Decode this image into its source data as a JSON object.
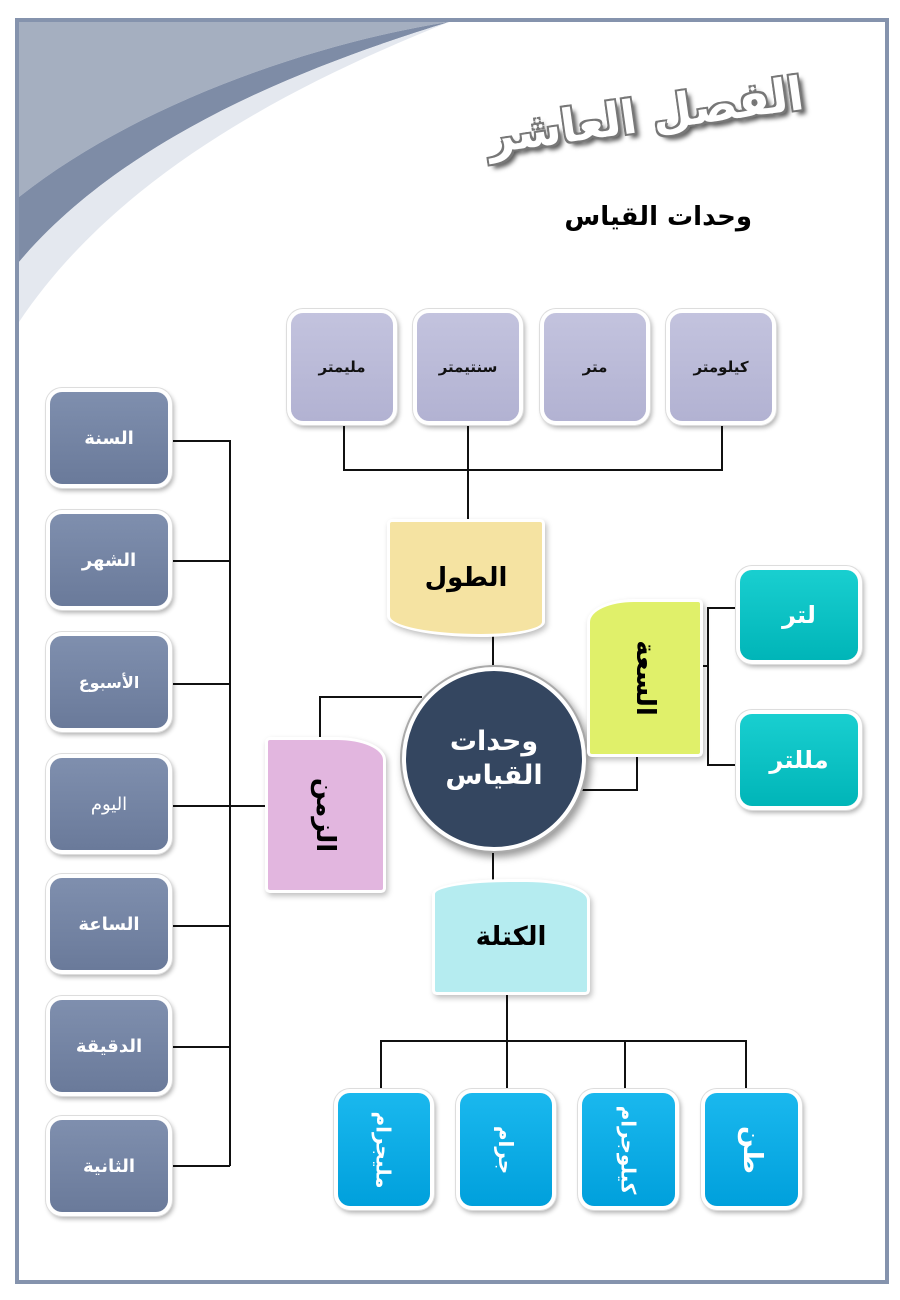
{
  "title": "الفصل العاشر",
  "subtitle": "وحدات القياس",
  "center": "وحدات القياس",
  "length": {
    "label": "الطول",
    "units": [
      "كيلومتر",
      "متر",
      "سنتيمتر",
      "مليمتر"
    ]
  },
  "capacity": {
    "label": "السعة",
    "units": [
      "لتر",
      "مللتر"
    ]
  },
  "time": {
    "label": "الزمن",
    "units": [
      "السنة",
      "الشهر",
      "الأسبوع",
      "اليوم",
      "الساعة",
      "الدقيقة",
      "الثانية"
    ]
  },
  "mass": {
    "label": "الكتلة",
    "units": [
      "طن",
      "كيلوجرام",
      "جرام",
      "مليجرام"
    ]
  }
}
